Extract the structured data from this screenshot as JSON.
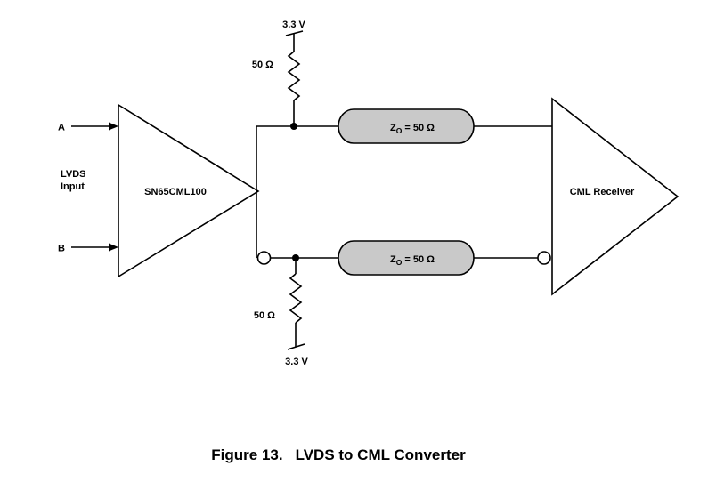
{
  "figure_caption": {
    "prefix": "Figure 13.",
    "title": "LVDS to CML Converter"
  },
  "labels": {
    "input_a": "A",
    "input_b": "B",
    "lvds_line1": "LVDS",
    "lvds_line2": "Input",
    "driver": "SN65CML100",
    "receiver": "CML Receiver",
    "pullup_resistor": "50 Ω",
    "pulldown_resistor": "50 Ω",
    "supply_top": "3.3 V",
    "supply_bottom": "3.3 V",
    "tline_top": {
      "z": "Z",
      "sub": "O",
      "eq": "= 50 Ω"
    },
    "tline_bottom": {
      "z": "Z",
      "sub": "O",
      "eq": "= 50 Ω"
    }
  },
  "colors": {
    "tline_fill": "#c9c9c9",
    "stroke": "#000000",
    "background": "#ffffff"
  }
}
